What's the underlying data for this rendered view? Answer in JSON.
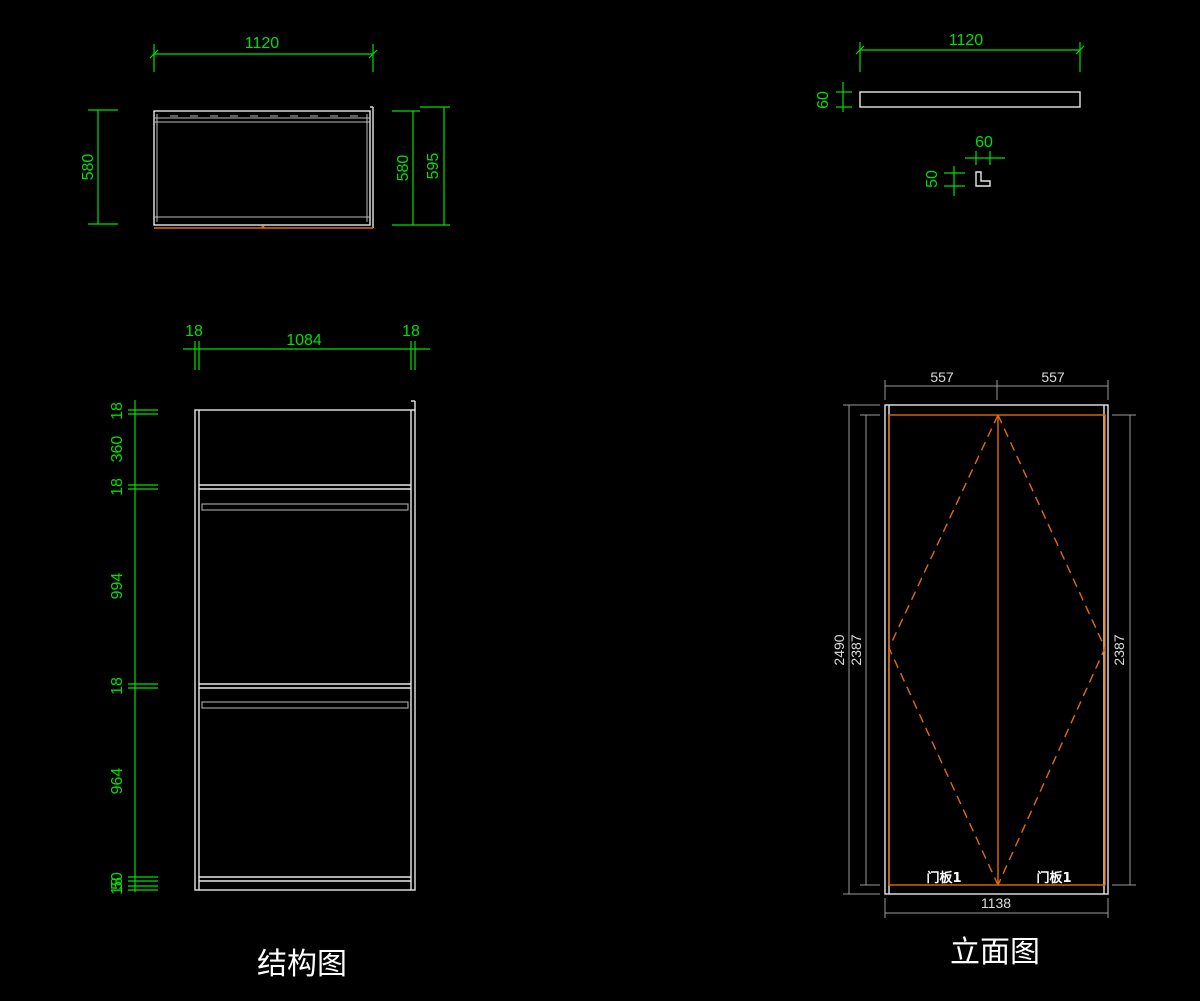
{
  "plan_view": {
    "width": "1120",
    "left_depth": "580",
    "right_depth_inner": "580",
    "right_depth_outer": "595"
  },
  "top_panel": {
    "width": "1120",
    "thickness": "60",
    "detail_width": "60",
    "detail_height": "50"
  },
  "structure_view": {
    "caption": "结构图",
    "side_left": "18",
    "inner_width": "1084",
    "side_right": "18",
    "heights": [
      "18",
      "360",
      "18",
      "994",
      "18",
      "964",
      "50",
      "18"
    ]
  },
  "elevation_view": {
    "caption": "立面图",
    "door_width_left": "557",
    "door_width_right": "557",
    "total_height": "2490",
    "door_height_left": "2387",
    "door_height_right": "2387",
    "total_width": "1138",
    "door_label_left": "门板1",
    "door_label_right": "门板1"
  }
}
